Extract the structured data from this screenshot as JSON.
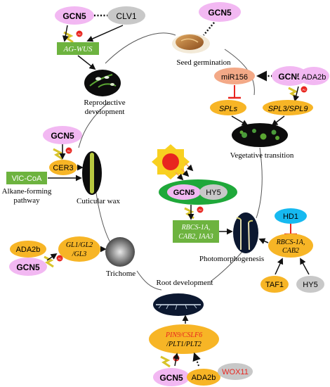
{
  "nodes": {
    "gcn5_top": "GCN5",
    "clv1": "CLV1",
    "ag_wus": "AG-WUS",
    "gcn5_seed": "GCN5",
    "gcn5_veg": "GCN5",
    "ada2b_veg": "ADA2b",
    "mir156": "miR156",
    "spls": "SPLs",
    "spl3_spl9": "SPL3/SPL9",
    "gcn5_wax": "GCN5",
    "cer3": "CER3",
    "vlc_coa": "VlC-CoA",
    "gcn5_photo": "GCN5",
    "hy5_photo": "HY5",
    "rbcs_left_1": "RBCS-1A,",
    "rbcs_left_2": "CAB2, IAA3",
    "hd1": "HD1",
    "rbcs_right_1": "RBCS-1A,",
    "rbcs_right_2": "CAB2",
    "taf1": "TAF1",
    "hy5_right": "HY5",
    "ada2b_tri": "ADA2b",
    "gcn5_tri": "GCN5",
    "gl_1": "GL1/GL2",
    "gl_2": "/GL3",
    "pin_1": "PIN9/CSLF6",
    "pin_2": "/PLT1/PLT2",
    "gcn5_root": "GCN5",
    "ada2b_root": "ADA2b",
    "wox11": "WOX11"
  },
  "stages": {
    "seed_germination": "Seed germination",
    "reproductive_1": "Reproductive",
    "reproductive_2": "development",
    "vegetative_transition": "Vegetative transition",
    "cuticular_wax": "Cuticular wax",
    "alkane_1": "Alkane-forming",
    "alkane_2": "pathway",
    "photomorphogenesis": "Photomorphogenesis",
    "trichome": "Trichome",
    "root_development": "Root development"
  },
  "marks": {
    "acetyl_label": "Ac"
  },
  "colors": {
    "gcn5_pink": "#f2b8f2",
    "gray_node": "#c8c8c8",
    "green_box": "#6db33f",
    "orange_node": "#f7b526",
    "salmon_node": "#f3a987",
    "blue_node": "#16b9f0",
    "red_mark": "#e8251f",
    "wox11_text": "#e8251f"
  }
}
